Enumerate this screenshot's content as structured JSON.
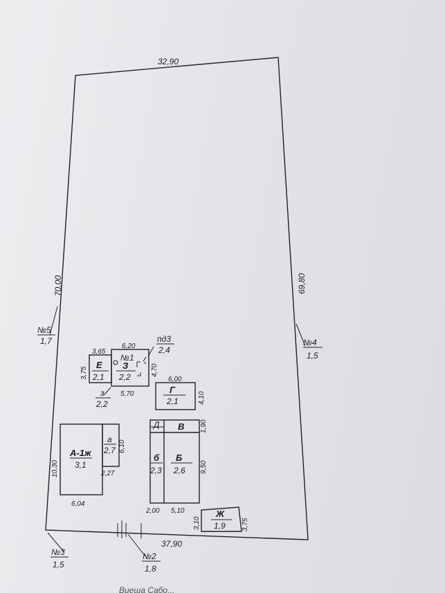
{
  "plot": {
    "top_length": "32,90",
    "right_length": "69,80",
    "left_length": "70,00",
    "bottom_length": "37,90",
    "caption_fragment": "Виеша Сабо..."
  },
  "corners": {
    "c1": {
      "no": "№1"
    },
    "c2": {
      "no": "№2",
      "value": "1,8"
    },
    "c3": {
      "no": "№3",
      "value": "1,5"
    },
    "c4": {
      "no": "№4",
      "value": "1,5"
    },
    "c5": {
      "no": "№5",
      "value": "1,7"
    },
    "pd3": {
      "no": "пд3",
      "value": "2,4"
    }
  },
  "buildings": {
    "e": {
      "letter": "Е",
      "value": "2,1",
      "dim_top": "3,65",
      "dim_side": "3,75"
    },
    "z": {
      "letter": "З",
      "value": "2,2",
      "dim_top": "6,20",
      "dim_side": "4,70",
      "dim_bottom": "5,70"
    },
    "z_small": {
      "letter": "з",
      "value": "2,2"
    },
    "g": {
      "letter": "Г",
      "value": "2,1",
      "dim_top": "6,00",
      "dim_side": "4,10"
    },
    "a1": {
      "letter": "А-1ж",
      "value": "3,1",
      "dim_side": "10,30",
      "dim_bottom": "6,04"
    },
    "a": {
      "letter": "а",
      "value": "2,7",
      "dim_side": "6,10",
      "dim_bottom": "2,27"
    },
    "d": {
      "letter": "Д"
    },
    "v": {
      "letter": "В",
      "dim_side": "1,90"
    },
    "b_small": {
      "letter": "б",
      "value": "2,3",
      "dim_bottom": "2,00"
    },
    "b": {
      "letter": "Б",
      "value": "2,6",
      "dim_side": "9,50",
      "dim_bottom": "5,10"
    },
    "zh": {
      "letter": "Ж",
      "value": "1,9",
      "dim_left": "3,10",
      "dim_right": "3,75"
    }
  }
}
